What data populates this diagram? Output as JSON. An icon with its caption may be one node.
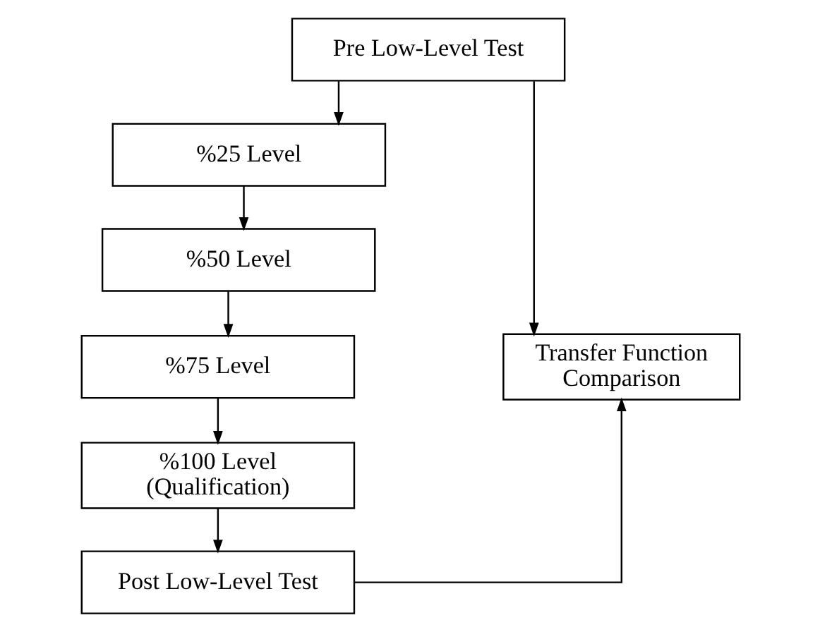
{
  "diagram": {
    "nodes": [
      {
        "text": [
          "Pre Low-Level Test"
        ]
      },
      {
        "text": [
          "%25 Level"
        ]
      },
      {
        "text": [
          "%50 Level"
        ]
      },
      {
        "text": [
          "%75 Level"
        ]
      },
      {
        "text": [
          "%100 Level (Qualification)"
        ]
      },
      {
        "text": [
          "Post Low-Level Test"
        ]
      },
      {
        "text": [
          "Transfer Function Comparison"
        ]
      }
    ],
    "edges": [
      {
        "from": 0,
        "to": 1,
        "arrow": "to"
      },
      {
        "from": 1,
        "to": 2,
        "arrow": "to"
      },
      {
        "from": 2,
        "to": 3,
        "arrow": "to"
      },
      {
        "from": 3,
        "to": 4,
        "arrow": "to"
      },
      {
        "from": 4,
        "to": 5,
        "arrow": "to"
      },
      {
        "from": 0,
        "to": 6,
        "arrow": "to"
      },
      {
        "from": 5,
        "to": 6,
        "arrow": "to"
      }
    ]
  }
}
